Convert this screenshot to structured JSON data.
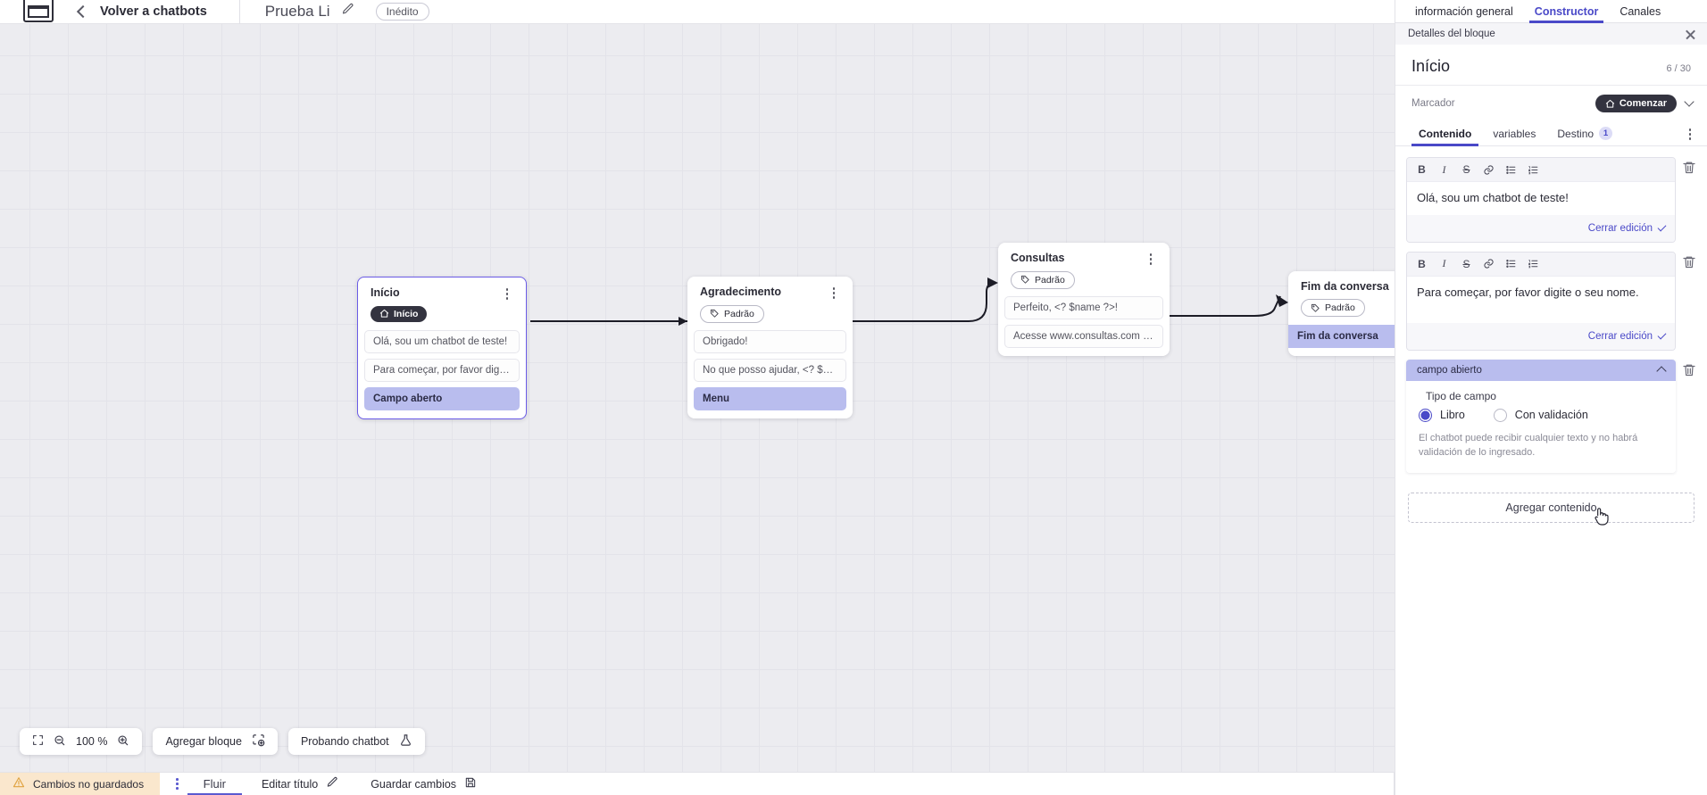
{
  "header": {
    "logo_name": "brand-logo",
    "back_label": "Volver a chatbots",
    "bot_title": "Prueba Li",
    "edit_icon": "pencil-icon",
    "status_badge": "Inédito"
  },
  "canvas": {
    "nodes": [
      {
        "id": "inicio",
        "title": "Início",
        "tag": "Início",
        "tag_type": "start",
        "selected": true,
        "messages": [
          {
            "text": "Olá, sou um chatbot de teste!",
            "highlight": false
          },
          {
            "text": "Para começar, por favor digite o ...",
            "highlight": false
          },
          {
            "text": "Campo aberto",
            "highlight": true
          }
        ]
      },
      {
        "id": "agradecimento",
        "title": "Agradecimento",
        "tag": "Padrão",
        "tag_type": "default",
        "selected": false,
        "messages": [
          {
            "text": "Obrigado!",
            "highlight": false
          },
          {
            "text": "No que posso ajudar, <? $name ...",
            "highlight": false
          },
          {
            "text": "Menu",
            "highlight": true
          }
        ]
      },
      {
        "id": "consultas",
        "title": "Consultas",
        "tag": "Padrão",
        "tag_type": "default",
        "selected": false,
        "messages": [
          {
            "text": "Perfeito, <? $name ?>!",
            "highlight": false
          },
          {
            "text": "Acesse www.consultas.com par...",
            "highlight": false
          }
        ]
      },
      {
        "id": "fim",
        "title": "Fim da conversa",
        "tag": "Padrão",
        "tag_type": "default",
        "selected": false,
        "messages": [
          {
            "text": "Fim da conversa",
            "highlight": true
          }
        ]
      }
    ],
    "tools": {
      "fit_icon": "fit-screen-icon",
      "zoom_out_icon": "zoom-out-icon",
      "zoom_level": "100 %",
      "zoom_in_icon": "zoom-in-icon",
      "add_block_label": "Agregar bloque",
      "add_block_icon": "add-block-icon",
      "test_bot_label": "Probando chatbot",
      "test_bot_icon": "flask-icon"
    }
  },
  "statusbar": {
    "warning_icon": "warning-triangle-icon",
    "unsaved_label": "Cambios no guardados",
    "kebab_icon": "kebab-menu-icon",
    "flow_tab": "Fluir",
    "edit_title_label": "Editar título",
    "edit_title_icon": "pencil-icon",
    "save_label": "Guardar cambios",
    "save_icon": "save-disk-icon"
  },
  "panel": {
    "tabs": [
      {
        "label": "información general",
        "active": false
      },
      {
        "label": "Constructor",
        "active": true
      },
      {
        "label": "Canales",
        "active": false
      }
    ],
    "subheader": "Detalles del bloque",
    "close_icon": "close-icon",
    "block_title": "Início",
    "block_count": "6 / 30",
    "marker_label": "Marcador",
    "marker_pill": "Comenzar",
    "marker_pill_icon": "home-icon",
    "marker_chevron_icon": "chevron-down-icon",
    "content_tabs": [
      {
        "label": "Contenido",
        "active": true,
        "badge": ""
      },
      {
        "label": "variables",
        "active": false,
        "badge": ""
      },
      {
        "label": "Destino",
        "active": false,
        "badge": "1"
      }
    ],
    "more_icon": "kebab-menu-icon",
    "editor_toolbar": [
      "B",
      "I",
      "S",
      "link-icon",
      "bullet-list-icon",
      "numbered-list-icon"
    ],
    "close_edit_label": "Cerrar edición",
    "trash_icon": "trash-icon",
    "blocks": [
      {
        "text": "Olá, sou um chatbot de teste!"
      },
      {
        "text": "Para começar, por favor digite o seu nome."
      }
    ],
    "field": {
      "header": "campo abierto",
      "collapse_icon": "chevron-up-icon",
      "type_label": "Tipo de campo",
      "options": [
        {
          "label": "Libro",
          "selected": true
        },
        {
          "label": "Con validación",
          "selected": false
        }
      ],
      "help": "El chatbot puede recibir cualquier texto y no habrá validación de lo ingresado."
    },
    "add_content_label": "Agregar contenido",
    "cursor_icon": "hand-cursor-icon"
  },
  "colors": {
    "accent": "#4a49c8",
    "highlight": "#b9bdee",
    "dark_pill": "#33333f",
    "warning_bg": "#fae7cd"
  }
}
